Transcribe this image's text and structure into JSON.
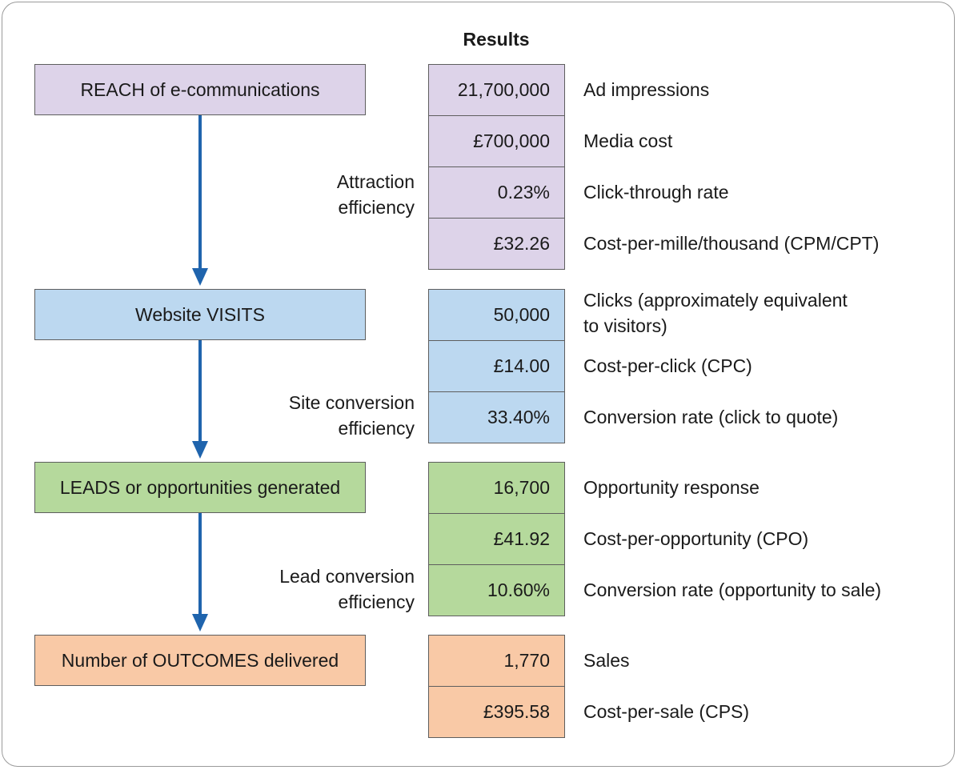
{
  "results_title": "Results",
  "colors": {
    "reach": "#ddd3e9",
    "visits": "#bcd8f0",
    "leads": "#b5d99c",
    "outcomes": "#f9c9a6",
    "arrow": "#1f64ad"
  },
  "stages": [
    {
      "label": "REACH of e-communications"
    },
    {
      "label": "Website VISITS"
    },
    {
      "label": "LEADS or opportunities generated"
    },
    {
      "label": "Number of OUTCOMES delivered"
    }
  ],
  "efficiency": [
    {
      "line1": "Attraction",
      "line2": "efficiency"
    },
    {
      "line1": "Site conversion",
      "line2": "efficiency"
    },
    {
      "line1": "Lead conversion",
      "line2": "efficiency"
    }
  ],
  "results": [
    {
      "value": "21,700,000",
      "metric": "Ad impressions"
    },
    {
      "value": "£700,000",
      "metric": "Media cost"
    },
    {
      "value": "0.23%",
      "metric": "Click-through rate"
    },
    {
      "value": "£32.26",
      "metric": "Cost-per-mille/thousand (CPM/CPT)"
    },
    {
      "value": "50,000",
      "metric_line1": "Clicks (approximately equivalent",
      "metric_line2": "to visitors)"
    },
    {
      "value": "£14.00",
      "metric": "Cost-per-click (CPC)"
    },
    {
      "value": "33.40%",
      "metric": "Conversion rate (click to quote)"
    },
    {
      "value": "16,700",
      "metric": "Opportunity response"
    },
    {
      "value": "£41.92",
      "metric": "Cost-per-opportunity (CPO)"
    },
    {
      "value": "10.60%",
      "metric": "Conversion rate (opportunity to sale)"
    },
    {
      "value": "1,770",
      "metric": "Sales"
    },
    {
      "value": "£395.58",
      "metric": "Cost-per-sale (CPS)"
    }
  ]
}
